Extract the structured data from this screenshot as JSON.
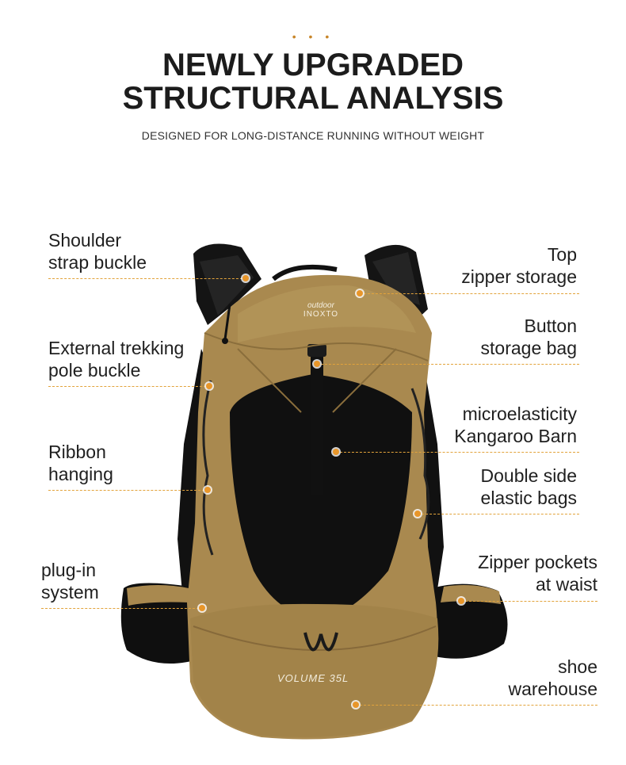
{
  "header": {
    "dots": "• • •",
    "title_line1": "NEWLY UPGRADED",
    "title_line2": "STRUCTURAL ANALYSIS",
    "subtitle": "DESIGNED FOR LONG-DISTANCE RUNNING WITHOUT WEIGHT"
  },
  "backpack": {
    "brand_top": "outdoor",
    "brand_bottom": "INOXTO",
    "volume_label": "VOLUME 35L"
  },
  "callouts_left": [
    {
      "line1": "Shoulder",
      "line2": "strap buckle"
    },
    {
      "line1": "External trekking",
      "line2": "pole buckle"
    },
    {
      "line1": "Ribbon",
      "line2": "hanging"
    },
    {
      "line1": "plug-in",
      "line2": "system"
    }
  ],
  "callouts_right": [
    {
      "line1": "Top",
      "line2": "zipper storage"
    },
    {
      "line1": "Button",
      "line2": "storage bag"
    },
    {
      "line1": "microelasticity",
      "line2": "Kangaroo Barn"
    },
    {
      "line1": "Double side",
      "line2": "elastic bags"
    },
    {
      "line1": "Zipper pockets",
      "line2": "at waist"
    },
    {
      "line1": "shoe",
      "line2": "warehouse"
    }
  ],
  "colors": {
    "accent": "#e8962a",
    "pack_tan": "#a9894f",
    "pack_black": "#121212"
  }
}
